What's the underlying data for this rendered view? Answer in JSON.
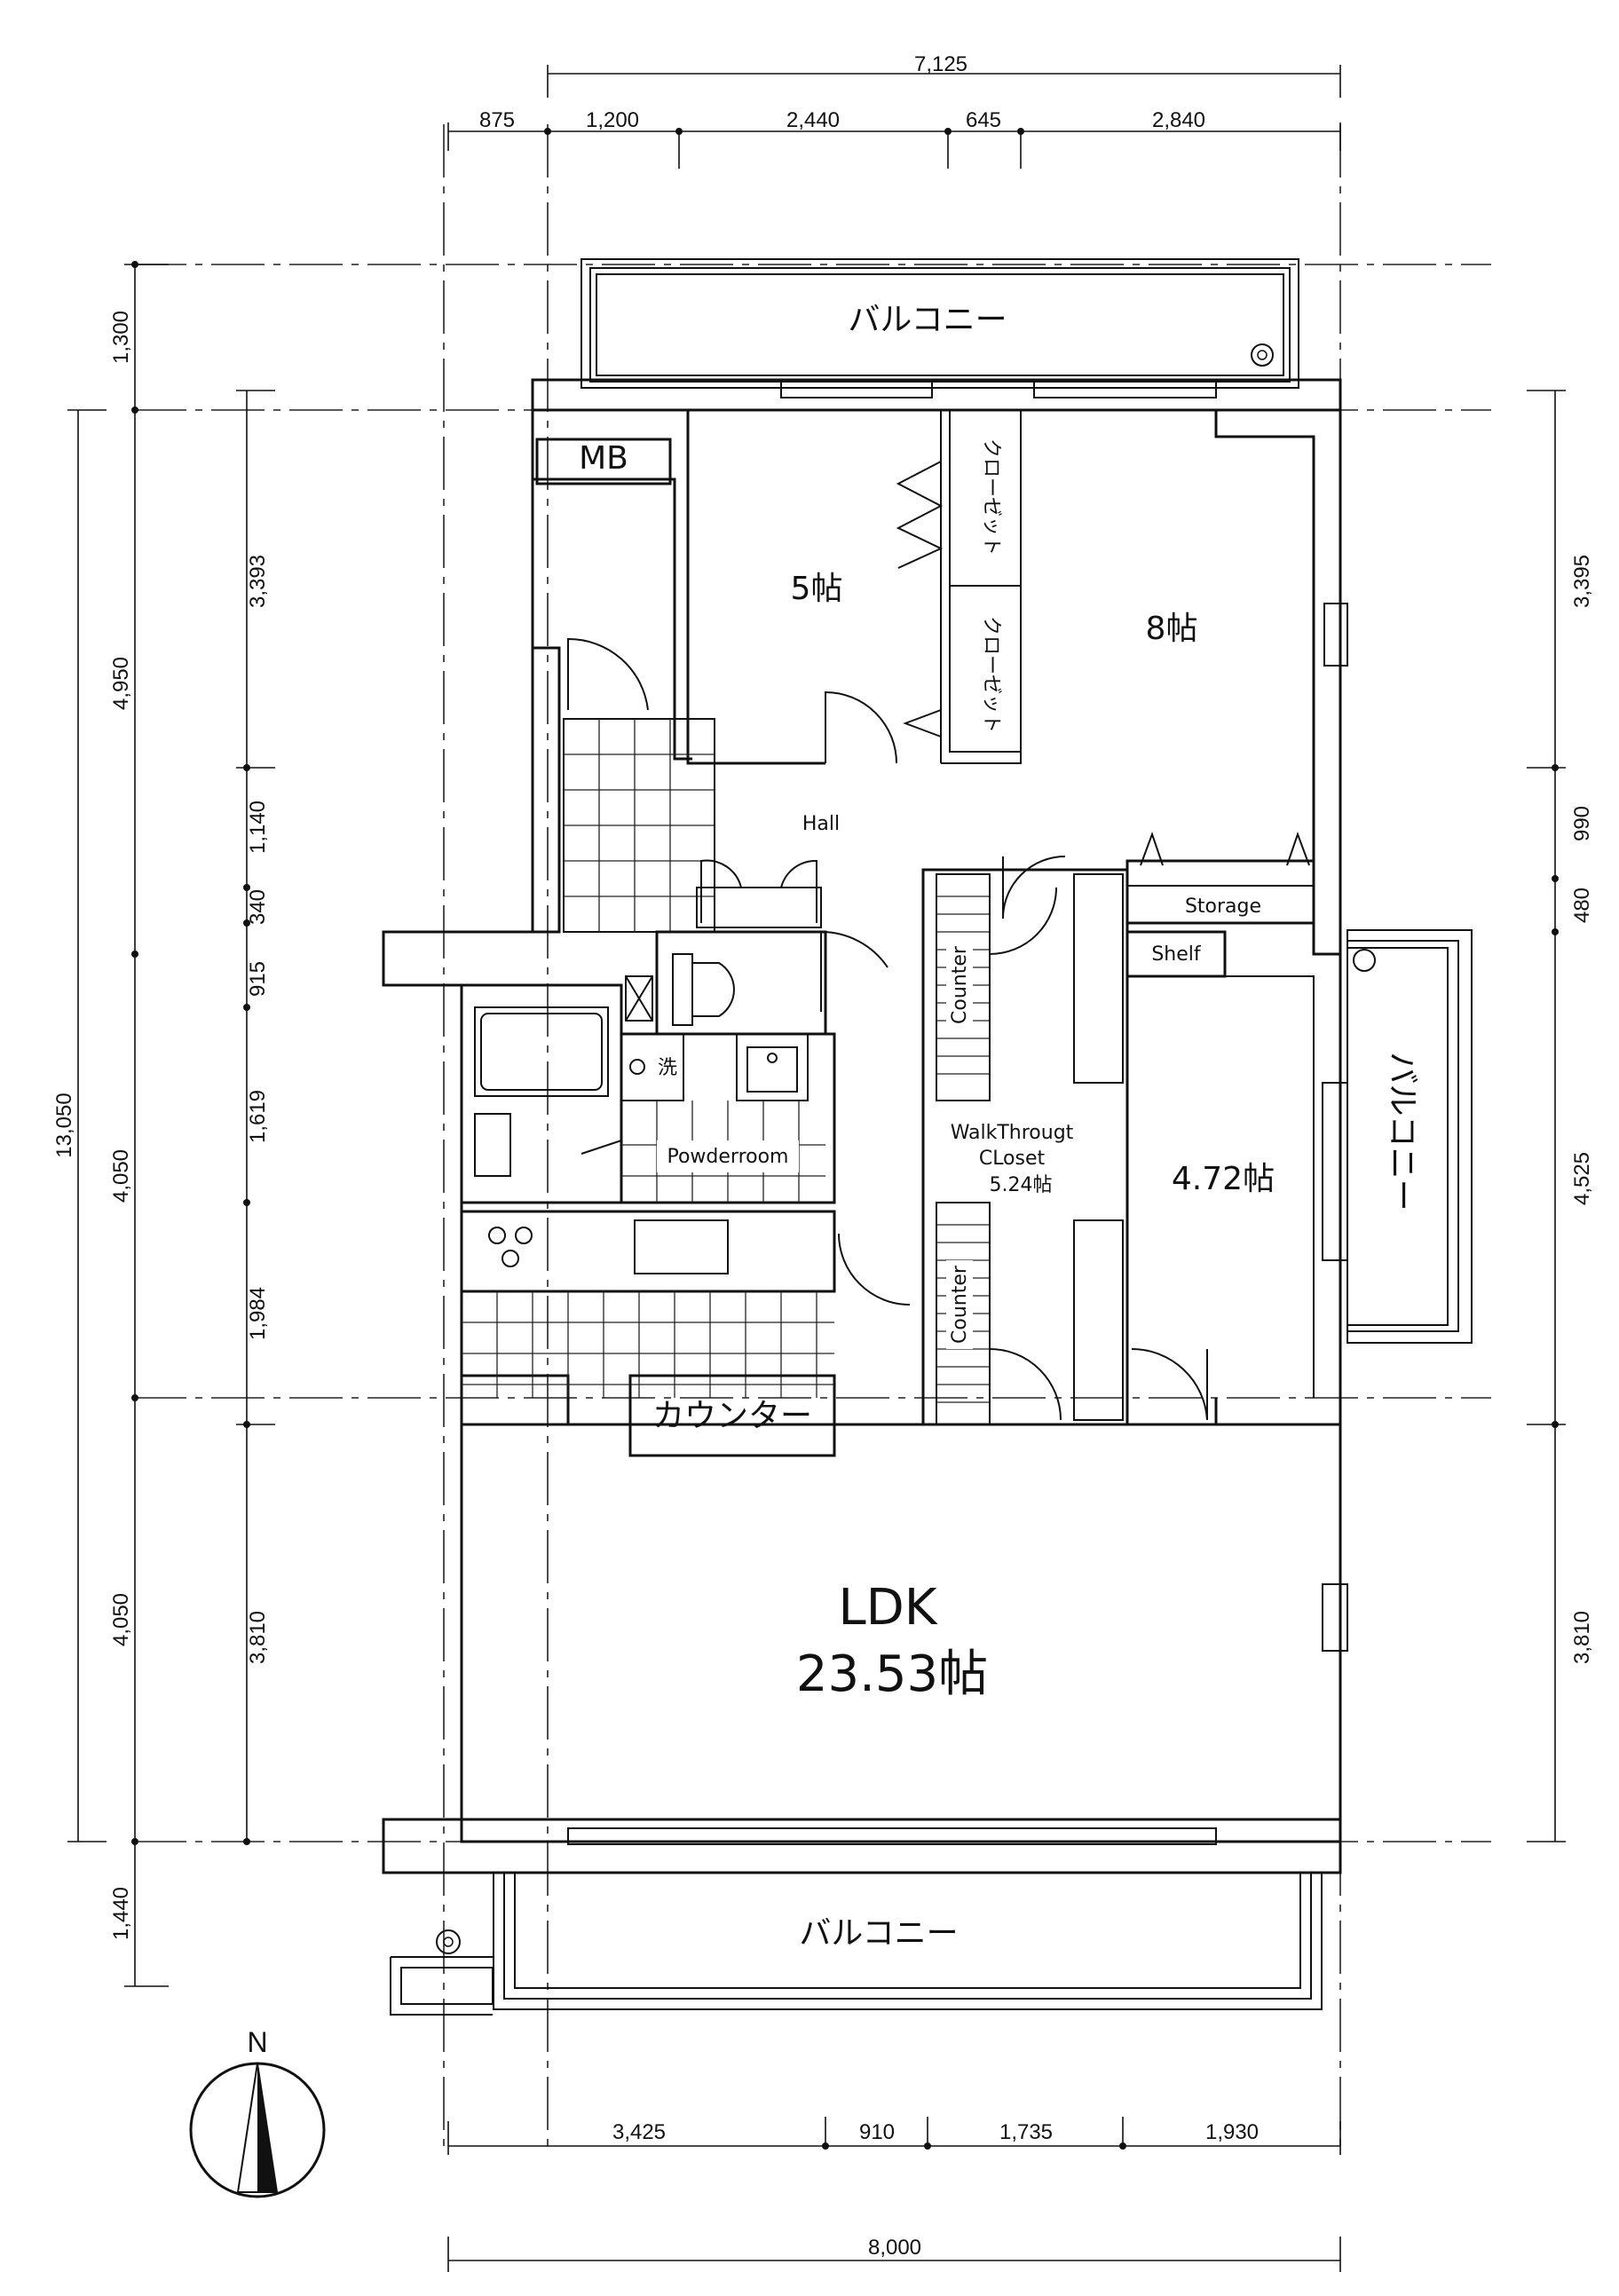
{
  "dimensions": {
    "top_total": "7,125",
    "top_segments": [
      "875",
      "1,200",
      "2,440",
      "645",
      "2,840"
    ],
    "bottom_segments": [
      "3,425",
      "910",
      "1,735",
      "1,930"
    ],
    "bottom_total": "8,000",
    "left_total": "13,050",
    "left_outer": [
      "1,300",
      "4,950",
      "4,050",
      "4,050",
      "1,440"
    ],
    "left_inner": [
      "3,393",
      "1,140",
      "340",
      "915",
      "1,619",
      "1,984",
      "3,810"
    ],
    "right": [
      "3,395",
      "990",
      "480",
      "4,525",
      "3,810"
    ]
  },
  "rooms": {
    "balcony_top": "バルコニー",
    "mb": "MB",
    "room_5": "5帖",
    "room_8": "8帖",
    "closet_1": "クローゼット",
    "closet_2": "クローゼット",
    "hall": "Hall",
    "storage": "Storage",
    "shelf": "Shelf",
    "balcony_right": "バルコニー",
    "wash": "洗",
    "powderroom": "Powderroom",
    "counter_1": "Counter",
    "counter_2": "Counter",
    "wtc_line1": "WalkThrougt",
    "wtc_line2": "CLoset",
    "wtc_line3": "5.24帖",
    "room_472": "4.72帖",
    "kitchen_counter": "カウンター",
    "ldk_name": "LDK",
    "ldk_size": "23.53帖",
    "balcony_bottom": "バルコニー"
  },
  "compass": {
    "north": "N"
  }
}
